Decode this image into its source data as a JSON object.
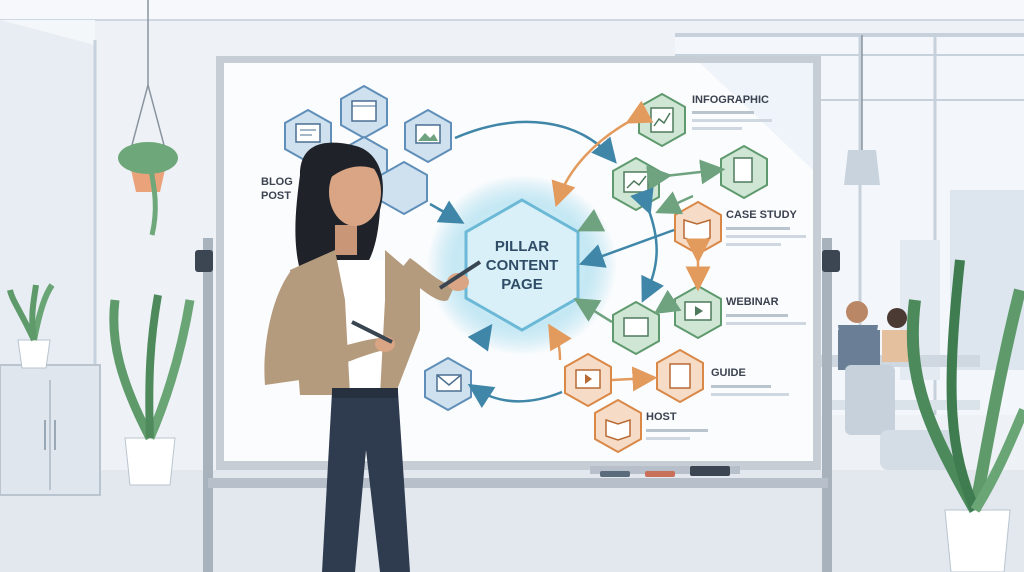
{
  "whiteboard": {
    "center": {
      "line1": "PILLAR",
      "line2": "CONTENT",
      "line3": "PAGE"
    },
    "labels": {
      "blog_post_1": "BLOG",
      "blog_post_2": "POST",
      "infographic": "INFOGRAPHIC",
      "case_study": "CASE STUDY",
      "webinar": "WEBINAR",
      "guide": "GUIDE",
      "host": "HOST"
    }
  },
  "colors": {
    "blue_hex": "#cfe0ef",
    "green_hex": "#cfe6d4",
    "orange_hex": "#f6dcc7",
    "center_glow": "#bfe6f3",
    "arrow_blue": "#3f86a8",
    "arrow_orange": "#e39a5d",
    "arrow_green": "#6fa27e"
  }
}
